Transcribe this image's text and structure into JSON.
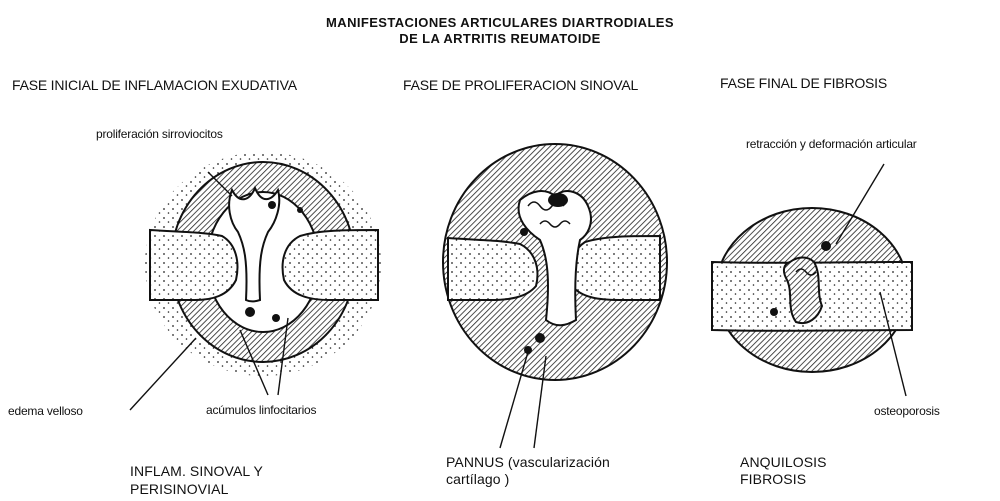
{
  "title": {
    "line1": "MANIFESTACIONES ARTICULARES DIARTRODIALES",
    "line2": "DE LA ARTRITIS REUMATOIDE"
  },
  "phases": [
    {
      "heading": "FASE INICIAL DE INFLAMACION EXUDATIVA",
      "labels": [
        "proliferación sirroviocitos",
        "edema velloso",
        "acúmulos linfocitarios"
      ],
      "caption": [
        "INFLAM. SINOVAL Y",
        "PERISINOVIAL"
      ]
    },
    {
      "heading": "FASE DE PROLIFERACION SINOVAL",
      "labels": [],
      "caption": [
        "PANNUS (vascularización",
        "cartílago )"
      ]
    },
    {
      "heading": "FASE FINAL DE FIBROSIS",
      "labels": [
        "retracción y deformación articular",
        "osteoporosis"
      ],
      "caption": [
        "ANQUILOSIS",
        "FIBROSIS"
      ]
    }
  ]
}
